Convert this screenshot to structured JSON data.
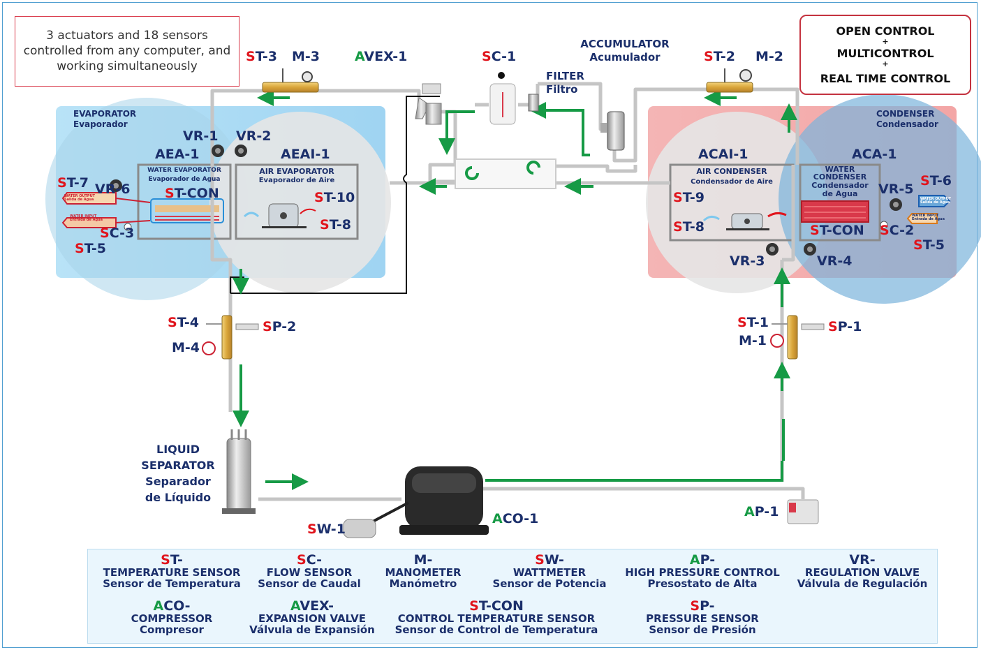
{
  "note": "3 actuators and 18 sensors controlled from any computer, and working simultaneously",
  "control_box": {
    "line1": "OPEN CONTROL",
    "plus1": "+",
    "line2": "MULTICONTROL",
    "plus2": "+",
    "line3": "REAL TIME CONTROL"
  },
  "evaporator": {
    "title": "EVAPORATOR",
    "subtitle": "Evaporador"
  },
  "condenser": {
    "title": "CONDENSER",
    "subtitle": "Condensador"
  },
  "aea1": {
    "code": "AEA-1",
    "title": "WATER EVAPORATOR",
    "subtitle": "Evaporador de Agua"
  },
  "aeai1": {
    "code": "AEAI-1",
    "title": "AIR EVAPORATOR",
    "subtitle": "Evaporador de Aire"
  },
  "acai1": {
    "code": "ACAI-1",
    "title": "AIR CONDENSER",
    "subtitle": "Condensador de Aire"
  },
  "aca1": {
    "code": "ACA-1",
    "title1": "WATER",
    "title2": "CONDENSER",
    "subtitle1": "Condensador",
    "subtitle2": "de Agua"
  },
  "accumulator": {
    "title": "ACCUMULATOR",
    "subtitle": "Acumulador"
  },
  "filter": {
    "title": "FILTER",
    "subtitle": "Filtro"
  },
  "separator": {
    "line1": "LIQUID",
    "line2": "SEPARATOR",
    "line3": "Separador",
    "line4": "de Líquido"
  },
  "water_output": "WATER OUTPUT",
  "water_output_es": "Salida de Agua",
  "water_input": "WATER INPUT",
  "water_input_es": "Entrada de Agua",
  "tags": {
    "st": "S",
    "st_rest": "T-",
    "sc": "S",
    "sc_rest": "C-",
    "sp": "S",
    "sp_rest": "P-",
    "sw": "S",
    "sw_rest": "W-",
    "a": "A",
    "st3": "3",
    "m3": "M-3",
    "avex": "VEX-1",
    "sc1": "1",
    "st2": "2",
    "m2": "M-2",
    "vr1": "VR-1",
    "vr2": "VR-2",
    "st7": "7",
    "vr6": "VR-6",
    "stcon": "T-CON",
    "st10": "10",
    "st8": "8",
    "sc3": "3",
    "st5": "5",
    "st9": "9",
    "vr5": "VR-5",
    "st6": "6",
    "sc2": "2",
    "vr3": "VR-3",
    "vr4": "VR-4",
    "st4": "4",
    "sp2": "2",
    "m4": "M-4",
    "st1": "1",
    "sp1": "1",
    "m1": "M-1",
    "sw1": "1",
    "aco1": "CO-1",
    "ap1": "P-1"
  },
  "legend": [
    {
      "k1": "S",
      "k2": "T-",
      "name": "TEMPERATURE SENSOR",
      "es": "Sensor de Temperatura"
    },
    {
      "k1": "S",
      "k2": "C-",
      "name": "FLOW SENSOR",
      "es": "Sensor de Caudal"
    },
    {
      "k1": "",
      "k2": "M-",
      "name": "MANOMETER",
      "es": "Manómetro"
    },
    {
      "k1": "S",
      "k2": "W-",
      "name": "WATTMETER",
      "es": "Sensor de Potencia"
    },
    {
      "k1": "A",
      "k2": "P-",
      "name": "HIGH PRESSURE CONTROL",
      "es": "Presostato de Alta"
    },
    {
      "k1": "",
      "k2": "VR-",
      "name": "REGULATION VALVE",
      "es": "Válvula de Regulación"
    },
    {
      "k1": "A",
      "k2": "CO-",
      "name": "COMPRESSOR",
      "es": "Compresor"
    },
    {
      "k1": "A",
      "k2": "VEX-",
      "name": "EXPANSION VALVE",
      "es": "Válvula de Expansión"
    },
    {
      "k1": "S",
      "k2": "T-CON",
      "name": "CONTROL TEMPERATURE SENSOR",
      "es": "Sensor de Control de Temperatura"
    },
    {
      "k1": "S",
      "k2": "P-",
      "name": "PRESSURE SENSOR",
      "es": "Sensor de Presión"
    }
  ]
}
